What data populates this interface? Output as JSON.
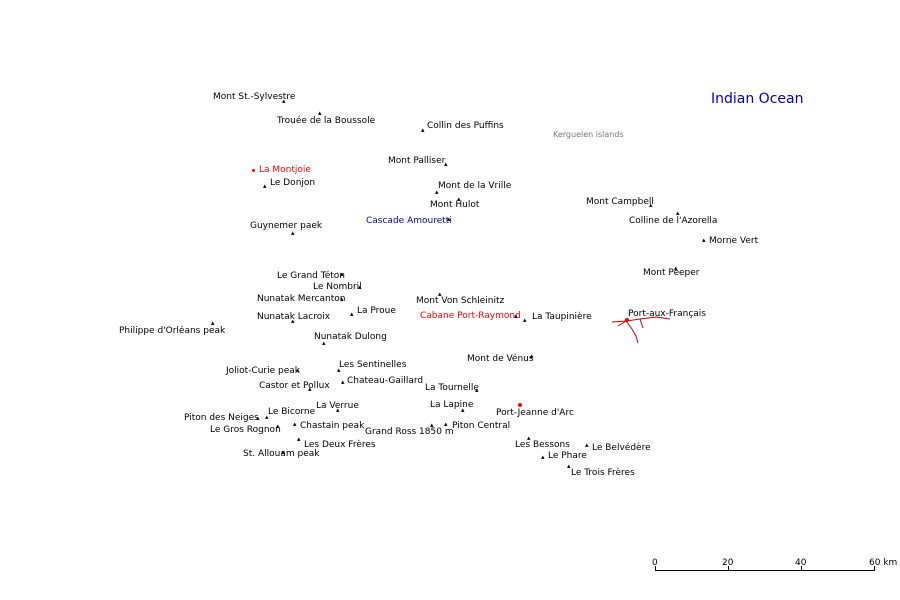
{
  "map_title": "Indian Ocean",
  "subtitle": "Kerguelen islands",
  "scale_labels": [
    "0",
    "20",
    "40",
    "60 km"
  ],
  "colors": {
    "background": "#ffffff",
    "text": "#000000",
    "red": "#ff0000",
    "blue": "#0000cc",
    "gray": "#777777"
  },
  "labels": [
    "Mont St.-Sylvestre",
    "Trouée de la Boussole",
    "Collin des Puffins",
    "Mont Palliser",
    "La Montjoie",
    "Le Donjon",
    "Mont de la Vrille",
    "Mont Hulot",
    "Mont Campbell",
    "Colline de l'Azorella",
    "Cascade Amouretti",
    "Guynemer paek",
    "Morne Vert",
    "Le Grand Téton",
    "Mont Pèeper",
    "Le Nombril",
    "Nunatak Mercanton",
    "Mont Von Schleinitz",
    "La Proue",
    "Port-aux-Français",
    "Nunatak Lacroix",
    "Cabane Port-Raymond",
    "La Taupinière",
    "Philippe d'Orléans peak",
    "Nunatak Dulong",
    "Mont de Vénus",
    "Les Sentinelles",
    "Joliot-Curie peak",
    "Chateau-Gaillard",
    "Castor et Pollux",
    "La Tournelle",
    "La Verrue",
    "La Lapine",
    "Le Bicorne",
    "Port-Jeanne d'Arc",
    "Piton des Neiges",
    "Chastain peak",
    "Piton Central",
    "Le Gros Rognon",
    "Grand Ross 1850 m",
    "Les Bessons",
    "Le Belvédère",
    "Les Deux Frères",
    "Le Phare",
    "St. Allouam peak",
    "Le Trois Frères"
  ]
}
